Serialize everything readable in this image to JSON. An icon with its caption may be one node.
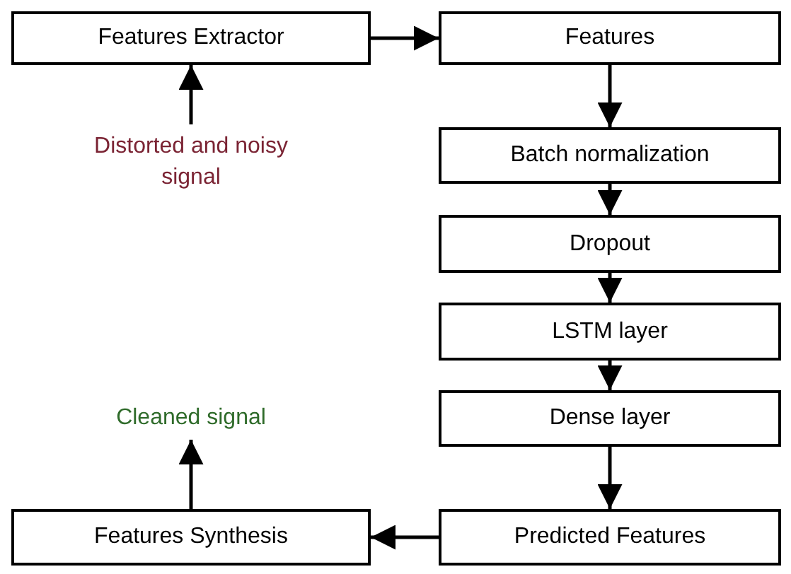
{
  "diagram": {
    "nodes": [
      {
        "text": [
          "Features Extractor"
        ]
      },
      {
        "text": [
          "Features"
        ]
      },
      {
        "text": [
          "Batch normalization"
        ]
      },
      {
        "text": [
          "Dropout"
        ]
      },
      {
        "text": [
          "LSTM layer"
        ]
      },
      {
        "text": [
          "Dense layer"
        ]
      },
      {
        "text": [
          "Predicted Features"
        ]
      },
      {
        "text": [
          "Features Synthesis"
        ]
      },
      {
        "text": [
          "Distorted and noisy signal"
        ]
      },
      {
        "text": [
          "Cleaned signal"
        ]
      }
    ],
    "edges": [
      {
        "from": 0,
        "to": 1,
        "arrow": "to"
      },
      {
        "from": 1,
        "to": 2,
        "arrow": "to"
      },
      {
        "from": 2,
        "to": 3,
        "arrow": "to"
      },
      {
        "from": 3,
        "to": 4,
        "arrow": "to"
      },
      {
        "from": 4,
        "to": 5,
        "arrow": "to"
      },
      {
        "from": 5,
        "to": 6,
        "arrow": "to"
      },
      {
        "from": 6,
        "to": 7,
        "arrow": "to"
      },
      {
        "from": 8,
        "to": 0,
        "arrow": "to"
      },
      {
        "from": 7,
        "to": 9,
        "arrow": "to"
      }
    ]
  }
}
